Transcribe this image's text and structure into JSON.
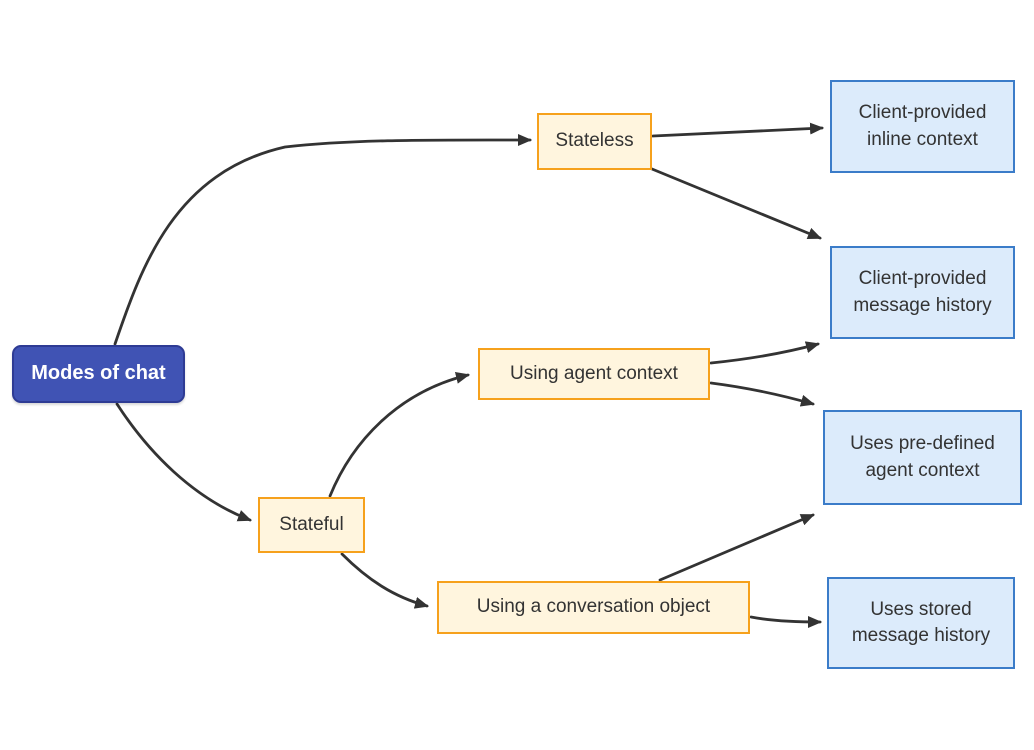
{
  "diagram": {
    "type": "flowchart",
    "direction": "left-to-right",
    "background_color": "#ffffff",
    "edge_color": "#333333",
    "colors": {
      "root_fill": "#4053b4",
      "root_border": "#2e3b94",
      "root_text": "#ffffff",
      "warm_fill": "#fff5de",
      "warm_border": "#f6a11c",
      "blue_fill": "#dcebfb",
      "blue_border": "#3b7cc9",
      "node_text": "#333333"
    },
    "nodes": {
      "modes": {
        "label": "Modes of chat",
        "style": "root"
      },
      "stateless": {
        "label": "Stateless",
        "style": "warm"
      },
      "stateful": {
        "label": "Stateful",
        "style": "warm"
      },
      "agent_context": {
        "label": "Using agent context",
        "style": "warm"
      },
      "conversation": {
        "label": "Using a conversation object",
        "style": "warm"
      },
      "inline_context": {
        "label": "Client-provided\ninline context",
        "style": "blue"
      },
      "message_history": {
        "label": "Client-provided\nmessage history",
        "style": "blue"
      },
      "predefined_context": {
        "label": "Uses pre-defined\nagent context",
        "style": "blue"
      },
      "stored_history": {
        "label": "Uses stored\nmessage history",
        "style": "blue"
      }
    },
    "edges": [
      {
        "from": "modes",
        "to": "stateless"
      },
      {
        "from": "modes",
        "to": "stateful"
      },
      {
        "from": "stateless",
        "to": "inline_context"
      },
      {
        "from": "stateless",
        "to": "message_history"
      },
      {
        "from": "agent_context",
        "to": "message_history"
      },
      {
        "from": "agent_context",
        "to": "predefined_context"
      },
      {
        "from": "stateful",
        "to": "agent_context"
      },
      {
        "from": "stateful",
        "to": "conversation"
      },
      {
        "from": "conversation",
        "to": "predefined_context"
      },
      {
        "from": "conversation",
        "to": "stored_history"
      }
    ]
  }
}
